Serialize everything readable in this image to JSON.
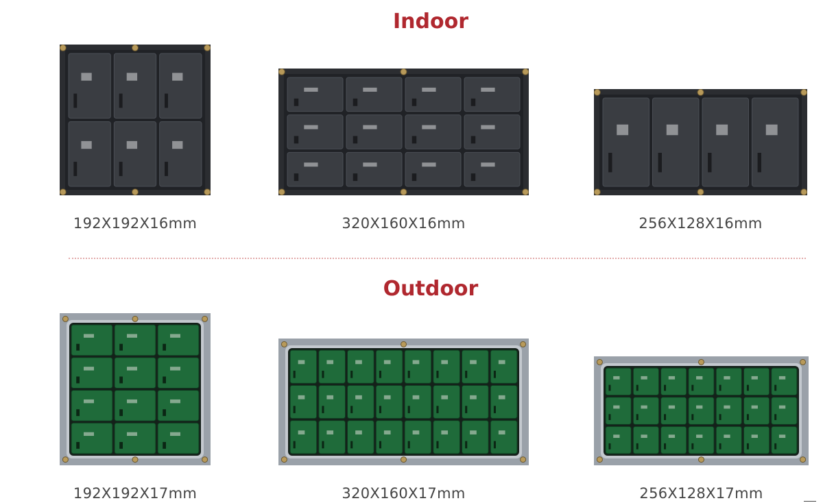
{
  "indoor": {
    "heading": "Indoor",
    "modules": [
      {
        "size_label": "192X192X16mm",
        "variant": "indoor",
        "cols": 3,
        "rows": 2
      },
      {
        "size_label": "320X160X16mm",
        "variant": "indoor",
        "cols": 4,
        "rows": 3
      },
      {
        "size_label": "256X128X16mm",
        "variant": "indoor",
        "cols": 4,
        "rows": 1
      }
    ]
  },
  "outdoor": {
    "heading": "Outdoor",
    "modules": [
      {
        "size_label": "192X192X17mm",
        "variant": "outdoor",
        "cols": 3,
        "rows": 4
      },
      {
        "size_label": "320X160X17mm",
        "variant": "outdoor",
        "cols": 8,
        "rows": 3
      },
      {
        "size_label": "256X128X17mm",
        "variant": "outdoor",
        "cols": 7,
        "rows": 3
      }
    ]
  },
  "colors": {
    "heading": "#b0282f",
    "indoor_frame": "#2b2d31",
    "indoor_cell": "#3a3d42",
    "outdoor_frame": "#9aa1a9",
    "outdoor_board": "#1f6b3a",
    "screw": "#b89a5a"
  }
}
